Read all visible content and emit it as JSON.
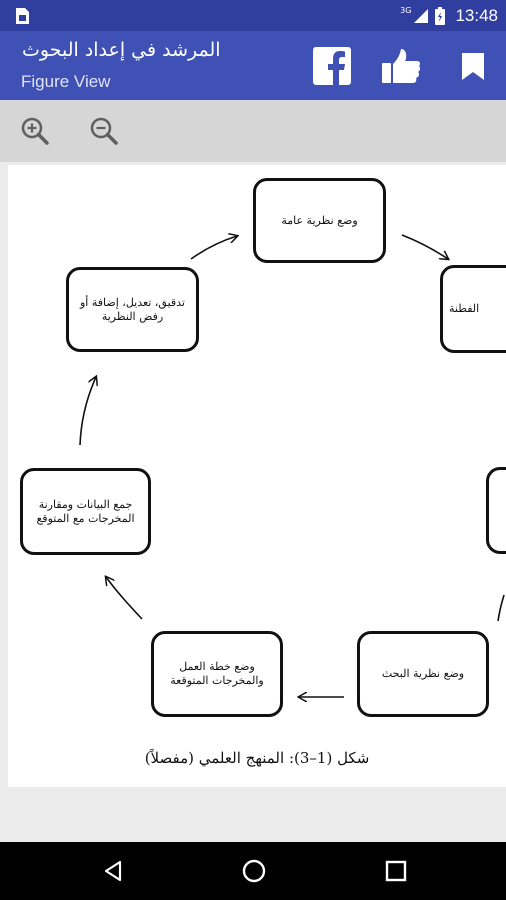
{
  "status_bar": {
    "network": "3G",
    "time": "13:48",
    "icons": [
      "sim-card-icon",
      "signal-icon",
      "battery-icon"
    ]
  },
  "app_bar": {
    "title": "المرشد في إعداد البحوث",
    "subtitle": "Figure View",
    "actions": [
      "facebook-icon",
      "thumbs-up-icon",
      "bookmark-icon"
    ],
    "colors": {
      "status": "#303f9f",
      "primary": "#3f51b5"
    }
  },
  "zoom_toolbar": {
    "buttons": [
      "zoom-in-icon",
      "zoom-out-icon"
    ]
  },
  "figure": {
    "boxes": {
      "general_theory": "وضع نظرية عامة",
      "insight": "الفطنة",
      "verify": "تدقيق، تعديل، إضافة أو رفض النظرية",
      "collect": "جمع البيانات ومقارنة المخرجات مع المتوقع",
      "work_plan": "وضع خطة العمل والمخرجات المتوقعة",
      "research_theory": "وضع نظرية البحث"
    },
    "caption": "شكل (1–3): المنهج العلمي (مفصلاً)"
  },
  "nav_bar": {
    "buttons": [
      "back-icon",
      "home-icon",
      "recents-icon"
    ]
  }
}
